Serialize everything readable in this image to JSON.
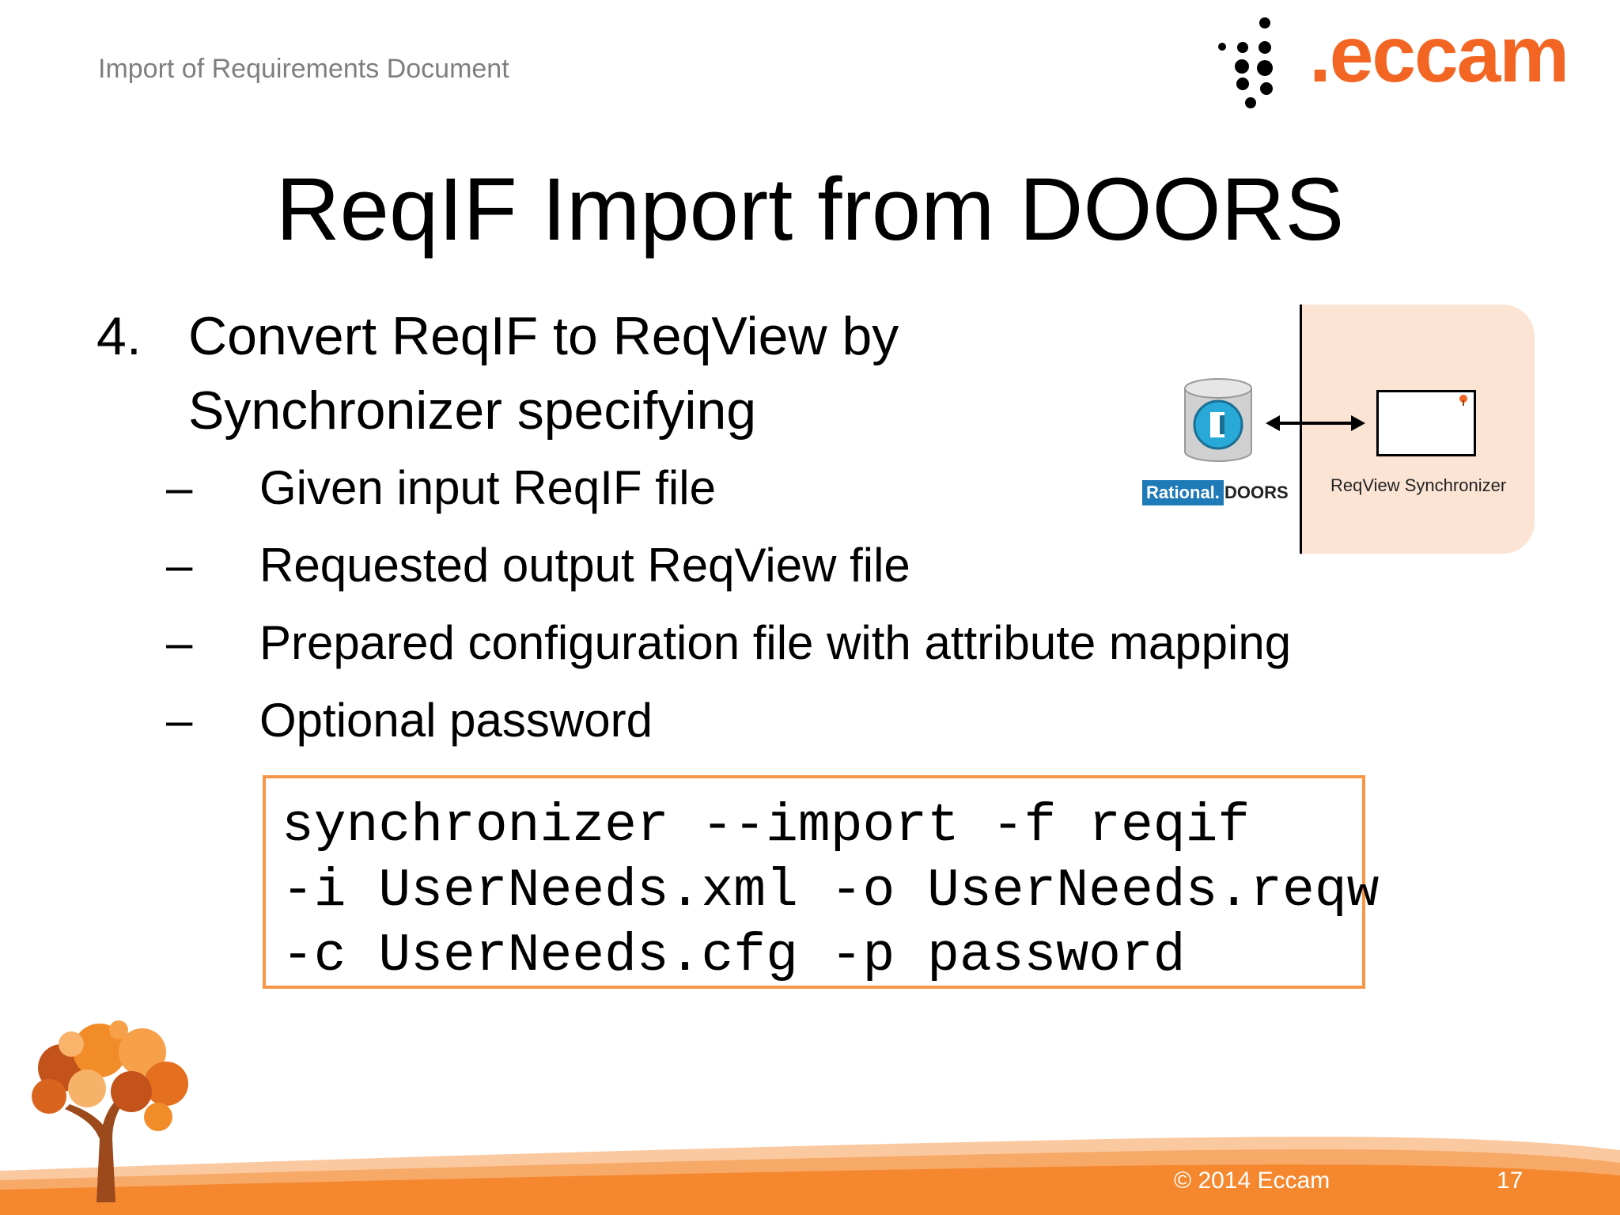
{
  "header": {
    "caption": "Import of Requirements Document",
    "logo_text": ".eccam"
  },
  "title": "ReqIF Import from DOORS",
  "step": {
    "number": "4.",
    "text": "Convert ReqIF to ReqView by Synchronizer specifying"
  },
  "sub_items": [
    {
      "dash": "–",
      "label": "Given input ReqIF file"
    },
    {
      "dash": "–",
      "label": "Requested output ReqView file"
    },
    {
      "dash": "–",
      "label": "Prepared configuration file with attribute mapping"
    },
    {
      "dash": "–",
      "label": "Optional password"
    }
  ],
  "code_lines": [
    "synchronizer --import -f reqif",
    "-i UserNeeds.xml -o UserNeeds.reqw",
    "-c UserNeeds.cfg -p password"
  ],
  "diagram": {
    "rational_label": "Rational.",
    "doors_label": "DOORS",
    "sync_label": "ReqView Synchronizer"
  },
  "footer": {
    "copyright": "© 2014 Eccam",
    "page_number": "17"
  },
  "colors": {
    "accent_orange": "#f26522",
    "code_border": "#f79646",
    "caption_gray": "#7f7f7f",
    "rational_blue": "#1f7ab8"
  }
}
